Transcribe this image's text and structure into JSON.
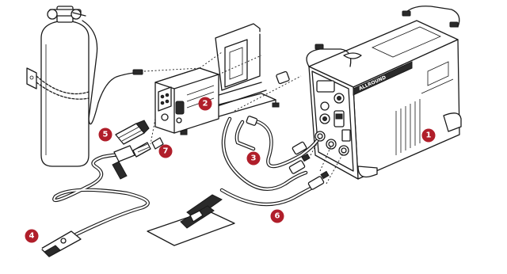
{
  "callouts": [
    {
      "id": "1",
      "label": "1"
    },
    {
      "id": "2",
      "label": "2"
    },
    {
      "id": "3",
      "label": "3"
    },
    {
      "id": "4",
      "label": "4"
    },
    {
      "id": "5",
      "label": "5"
    },
    {
      "id": "6",
      "label": "6"
    },
    {
      "id": "7",
      "label": "7"
    }
  ],
  "colors": {
    "callout": "#b01e2a",
    "line": "#1a1a1a"
  },
  "machine_badge": "ALLROUND"
}
